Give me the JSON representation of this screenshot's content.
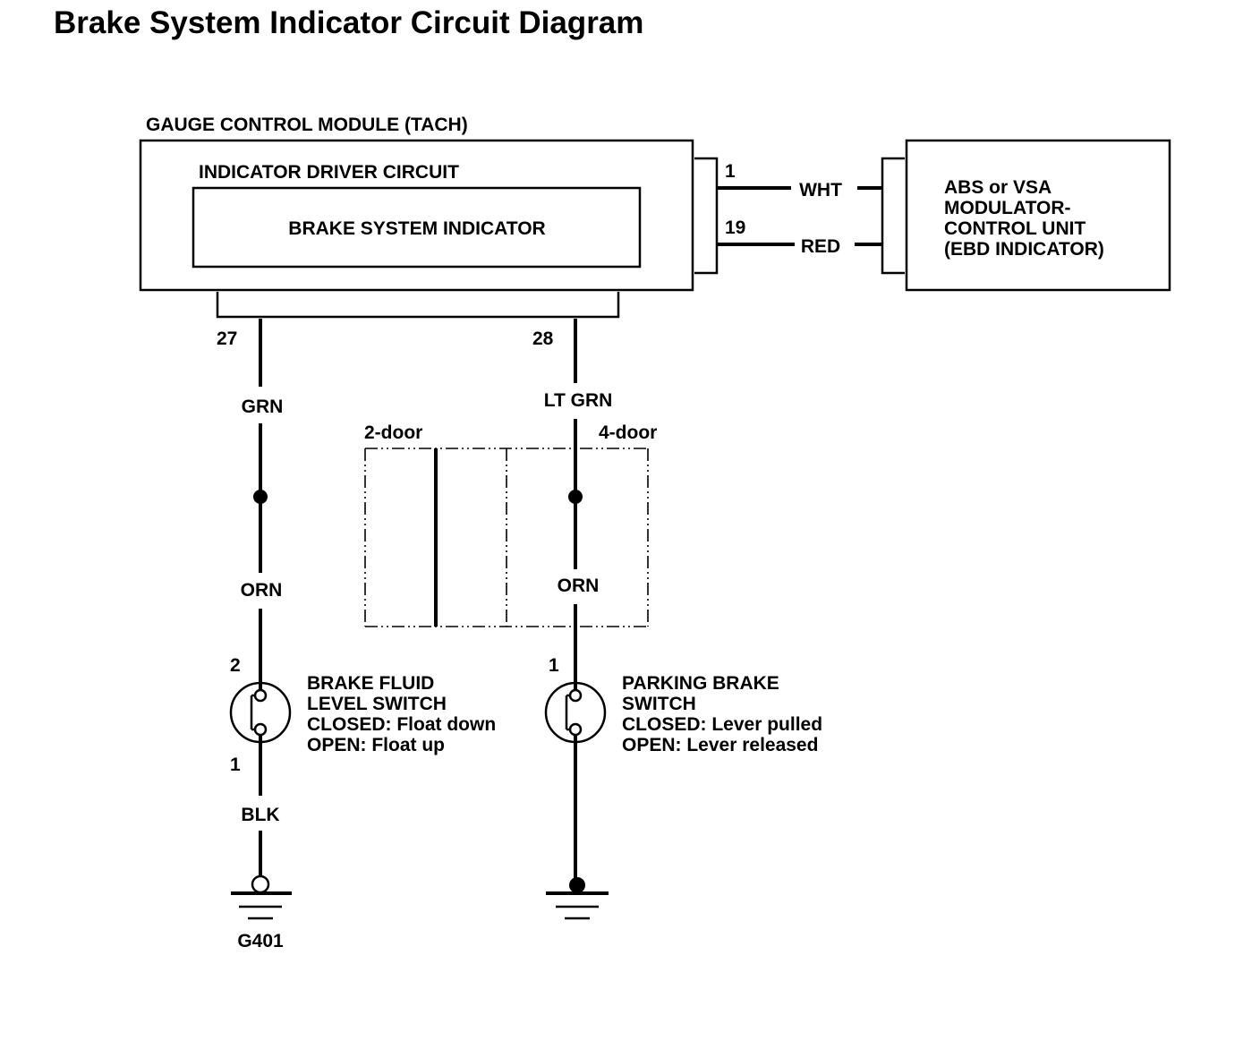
{
  "title": "Brake System Indicator Circuit Diagram",
  "gauge_module": {
    "label": "GAUGE CONTROL MODULE (TACH)",
    "driver_circuit": "INDICATOR DRIVER CIRCUIT",
    "indicator": "BRAKE SYSTEM INDICATOR"
  },
  "abs_unit": {
    "lines": [
      "ABS or VSA",
      "MODULATOR-",
      "CONTROL UNIT",
      "(EBD INDICATOR)"
    ]
  },
  "pins": {
    "p1": "1",
    "p19": "19",
    "p27": "27",
    "p28": "28",
    "fluid_top": "2",
    "fluid_bottom": "1",
    "parking_top": "1"
  },
  "wires": {
    "wht": "WHT",
    "red": "RED",
    "grn": "GRN",
    "lt_grn": "LT GRN",
    "orn_left": "ORN",
    "orn_right": "ORN",
    "blk": "BLK"
  },
  "variants": {
    "two_door": "2-door",
    "four_door": "4-door"
  },
  "fluid_switch": {
    "lines": [
      "BRAKE FLUID",
      "LEVEL SWITCH",
      "CLOSED: Float down",
      "OPEN: Float up"
    ]
  },
  "parking_switch": {
    "lines": [
      "PARKING BRAKE",
      "SWITCH",
      "CLOSED: Lever pulled",
      "OPEN: Lever released"
    ]
  },
  "ground": {
    "left": "G401"
  }
}
